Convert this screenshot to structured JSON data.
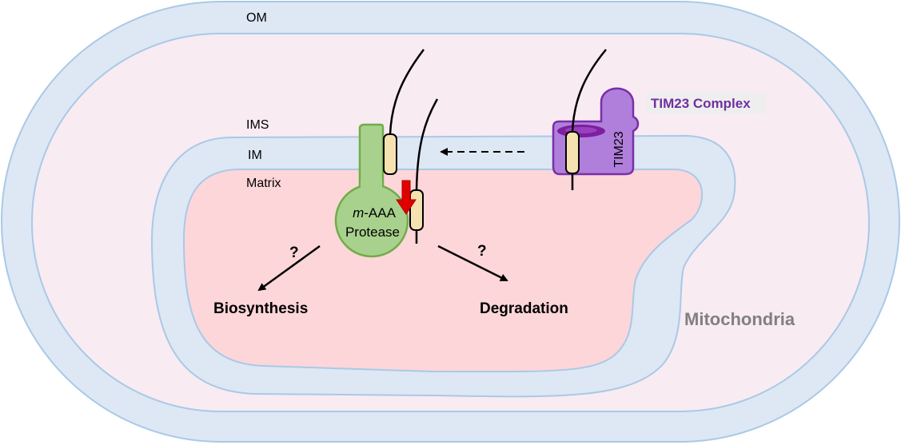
{
  "labels": {
    "om": "OM",
    "ims": "IMS",
    "im": "IM",
    "matrix": "Matrix",
    "protease_m": "m",
    "protease_aaa": "-AAA",
    "protease_word": "Protease",
    "tim23": "TIM23",
    "tim23_complex": "TIM23 Complex",
    "question_left": "?",
    "question_right": "?",
    "biosynthesis": "Biosynthesis",
    "degradation": "Degradation",
    "mitochondria": "Mitochondria"
  },
  "colors": {
    "outer_membrane_fill": "#dde8f4",
    "membrane_stroke": "#a9c9e6",
    "ims_fill": "#f9ebf2",
    "matrix_fill": "#fdd6d9",
    "protease_fill": "#a9d18e",
    "protease_stroke": "#70ad47",
    "tim23_fill": "#b07fdc",
    "tim23_stroke": "#7a2fa8",
    "tim23_pore": "#7d1f9e",
    "helix_fill": "#f5e2b0",
    "red_arrow": "#e00000",
    "complex_text": "#7030a0",
    "mito_text": "#808080",
    "complex_label_bg": "#eeeeee"
  },
  "icons": {
    "protease": "m-aaa-protease-shape",
    "tim23": "tim23-channel-shape",
    "cleavage_arrow": "red-down-arrow-icon"
  }
}
